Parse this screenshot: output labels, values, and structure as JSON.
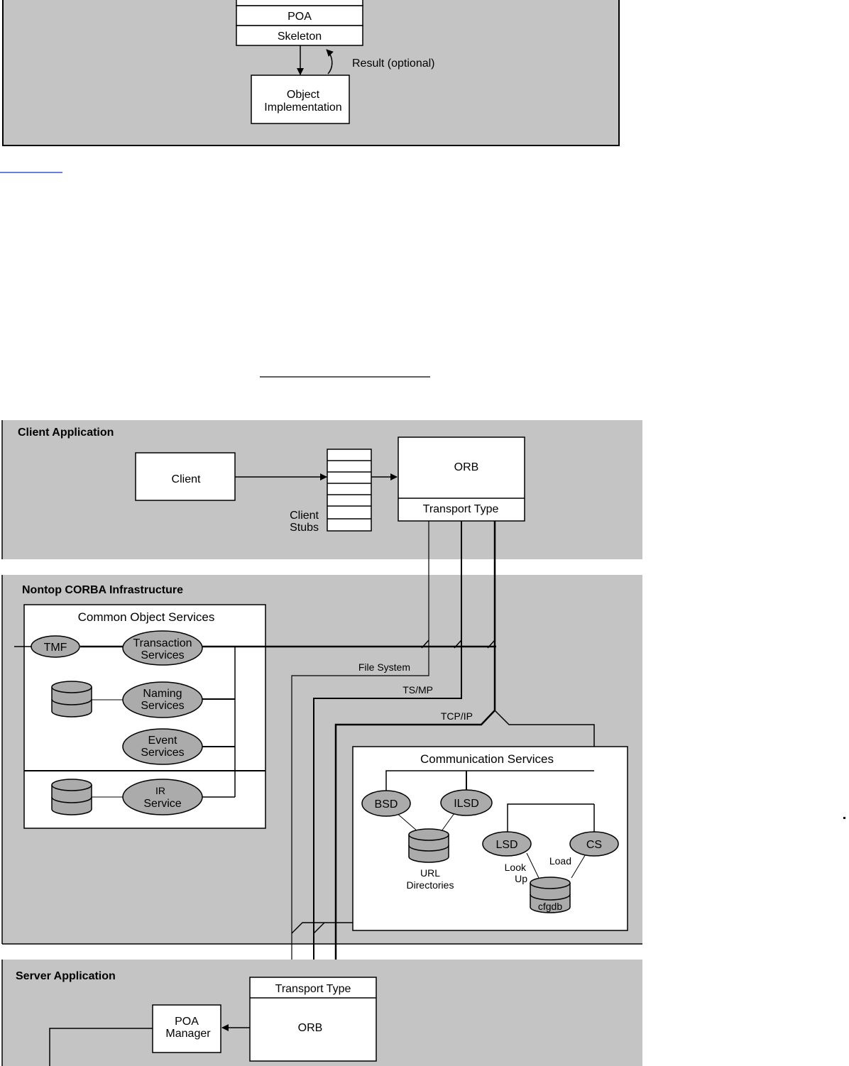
{
  "top_figure": {
    "poa": "POA",
    "skeleton": "Skeleton",
    "result": "Result (optional)",
    "object_impl_line1": "Object",
    "object_impl_line2": "Implementation"
  },
  "client_app": {
    "title": "Client Application",
    "client": "Client",
    "stubs_line1": "Client",
    "stubs_line2": "Stubs",
    "orb": "ORB",
    "transport": "Transport Type"
  },
  "infra": {
    "title": "Nontop CORBA Infrastructure",
    "cos_title": "Common Object Services",
    "tmf": "TMF",
    "transaction_line1": "Transaction",
    "transaction_line2": "Services",
    "naming_line1": "Naming",
    "naming_line2": "Services",
    "event_line1": "Event",
    "event_line2": "Services",
    "ir_line1": "IR",
    "ir_line2": "Service",
    "file_system": "File System",
    "tsmp": "TS/MP",
    "tcpip": "TCP/IP",
    "comm_title": "Communication Services",
    "bsd": "BSD",
    "ilsd": "ILSD",
    "lsd": "LSD",
    "cs": "CS",
    "url_line1": "URL",
    "url_line2": "Directories",
    "look_line1": "Look",
    "look_line2": "Up",
    "load": "Load",
    "cfgdb": "cfgdb"
  },
  "server_app": {
    "title": "Server Application",
    "transport": "Transport Type",
    "orb": "ORB",
    "poa_mgr_line1": "POA",
    "poa_mgr_line2": "Manager"
  }
}
